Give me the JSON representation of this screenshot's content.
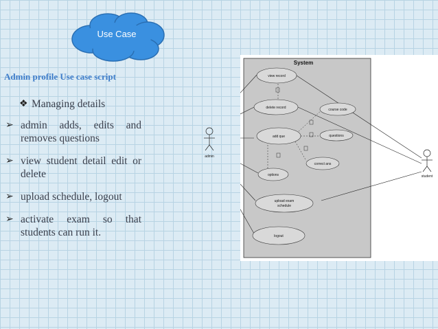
{
  "cloud": {
    "label": "Use Case"
  },
  "script_title": "Admin profile Use case script",
  "bullets": [
    {
      "marker": "❖",
      "text": "Managing details",
      "indent": true
    },
    {
      "marker": "➢",
      "text": "admin adds, edits and removes questions",
      "indent": false
    },
    {
      "marker": "➢",
      "text": "view student detail edit or delete",
      "indent": false
    },
    {
      "marker": "➢",
      "text": "upload schedule, logout",
      "indent": false
    },
    {
      "marker": "➢",
      "text": "activate exam so that students can run it.",
      "indent": false
    }
  ],
  "diagram": {
    "system_title": "System",
    "actors": {
      "admin": "admin",
      "student": "student"
    },
    "use_cases": {
      "view_record": "view record",
      "delete_record": "delete record",
      "add_que": "add que",
      "options": "options",
      "upload_exam_schedule": [
        "upload exam",
        "schedule"
      ],
      "logout": "logout",
      "course_code": "course code",
      "questions": "questions",
      "correct_ans": "correct ans"
    }
  },
  "colors": {
    "cloud_fill": "#3a90e0",
    "cloud_stroke": "#2a6fb3",
    "title_blue": "#3d7cc9"
  }
}
